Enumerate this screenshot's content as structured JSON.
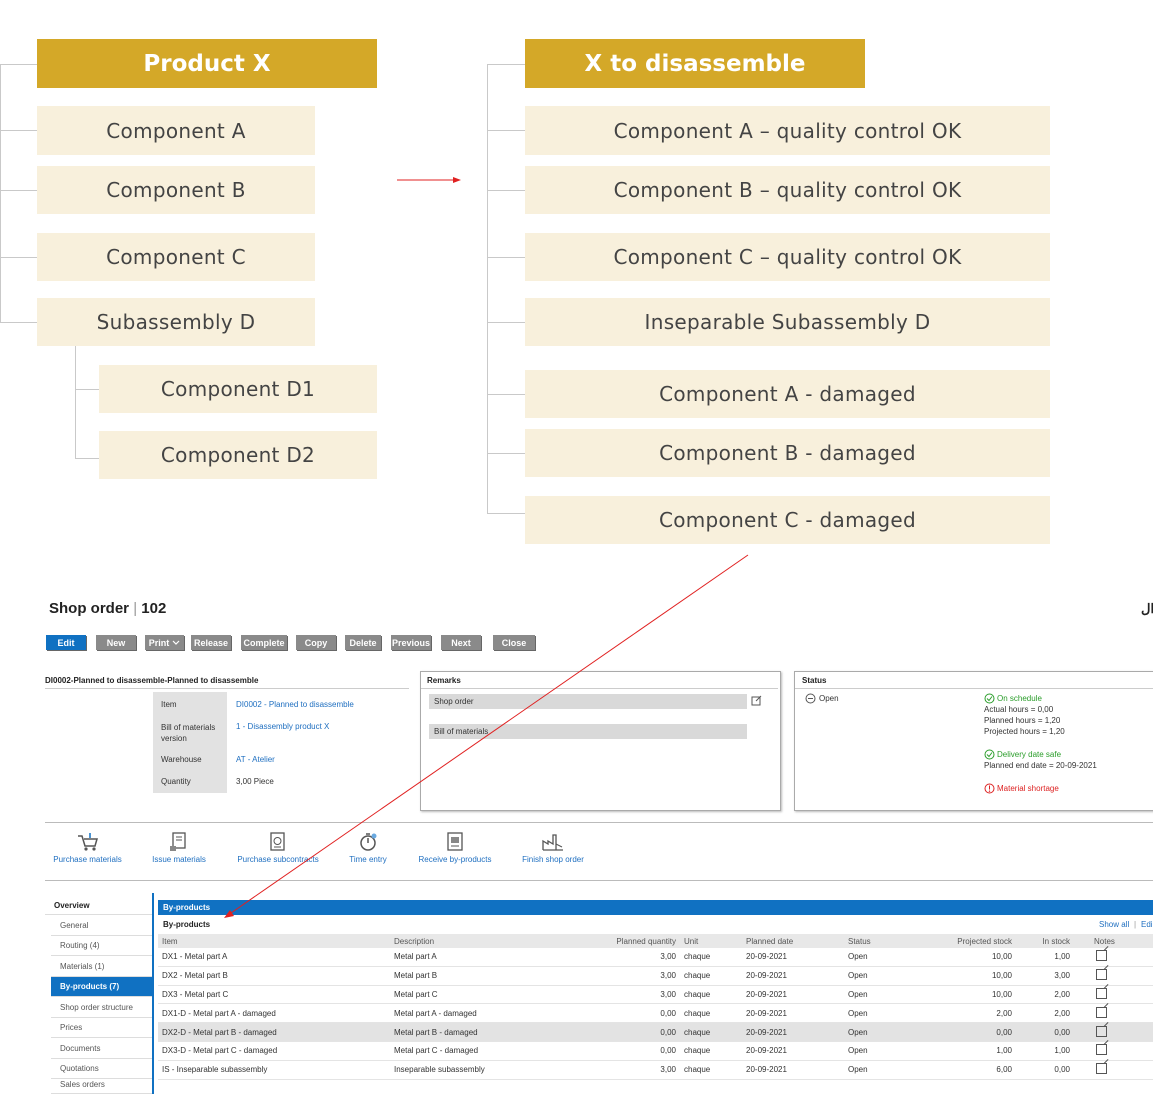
{
  "diagram": {
    "left_tree": {
      "header": "Product X",
      "items": [
        "Component A",
        "Component B",
        "Component C",
        "Subassembly D"
      ],
      "sub_items": [
        "Component D1",
        "Component D2"
      ]
    },
    "right_tree": {
      "header": "X to disassemble",
      "items": [
        "Component A – quality control OK",
        "Component B – quality control OK",
        "Component C – quality control OK",
        "Inseparable Subassembly D",
        "Component A - damaged",
        "Component B - damaged",
        "Component C - damaged"
      ]
    },
    "colors": {
      "header": "#d4a828",
      "box": "#f8f0dc",
      "arrow": "#e02020"
    }
  },
  "shop_order": {
    "title": "Shop order",
    "number": "102",
    "corner_glyph": "ال",
    "buttons": [
      "Edit",
      "New",
      "Print",
      "Release",
      "Complete",
      "Copy",
      "Delete",
      "Previous",
      "Next",
      "Close"
    ],
    "subtitle": "DI0002-Planned to disassemble-Planned to disassemble",
    "details": [
      {
        "label": "Item",
        "value": "DI0002 - Planned to disassemble",
        "link": true
      },
      {
        "label": "Bill of materials version",
        "value": "1 - Disassembly product X",
        "link": true
      },
      {
        "label": "Warehouse",
        "value": "AT - Atelier",
        "link": true
      },
      {
        "label": "Quantity",
        "value": "3,00 Piece",
        "link": false
      }
    ],
    "remarks": {
      "title": "Remarks",
      "rows": [
        "Shop order",
        "Bill of materials"
      ]
    },
    "status": {
      "title": "Status",
      "state": "Open",
      "on_schedule": "On schedule",
      "actual_hours": "Actual hours = 0,00",
      "planned_hours": "Planned hours = 1,20",
      "projected_hours": "Projected hours = 1,20",
      "delivery": "Delivery date safe",
      "planned_end": "Planned end date = 20-09-2021",
      "shortage": "Material shortage"
    },
    "toolbar": [
      {
        "label": "Purchase materials",
        "icon": "cart-icon"
      },
      {
        "label": "Issue materials",
        "icon": "issue-icon"
      },
      {
        "label": "Purchase subcontracts",
        "icon": "subcontract-icon"
      },
      {
        "label": "Time entry",
        "icon": "stopwatch-icon"
      },
      {
        "label": "Receive by-products",
        "icon": "receive-icon"
      },
      {
        "label": "Finish shop order",
        "icon": "factory-icon"
      }
    ],
    "nav": {
      "heading": "Overview",
      "items": [
        "General",
        "Routing (4)",
        "Materials (1)",
        "By-products (7)",
        "Shop order structure",
        "Prices",
        "Documents",
        "Quotations",
        "Sales orders"
      ],
      "active_index": 3
    },
    "section_bar": "By-products",
    "section_title": "By-products",
    "show_all": "Show all",
    "edit_link": "Edi",
    "columns": [
      "Item",
      "Description",
      "Planned quantity",
      "Unit",
      "Planned date",
      "Status",
      "Projected stock",
      "In stock",
      "Notes"
    ],
    "rows": [
      {
        "item": "DX1 - Metal part A",
        "desc": "Metal part A",
        "qty": "3,00",
        "unit": "chaque",
        "date": "20-09-2021",
        "status": "Open",
        "proj": "10,00",
        "stock": "1,00"
      },
      {
        "item": "DX2 - Metal part B",
        "desc": "Metal part B",
        "qty": "3,00",
        "unit": "chaque",
        "date": "20-09-2021",
        "status": "Open",
        "proj": "10,00",
        "stock": "3,00"
      },
      {
        "item": "DX3 - Metal part C",
        "desc": "Metal part C",
        "qty": "3,00",
        "unit": "chaque",
        "date": "20-09-2021",
        "status": "Open",
        "proj": "10,00",
        "stock": "2,00"
      },
      {
        "item": "DX1-D - Metal part A - damaged",
        "desc": "Metal part A - damaged",
        "qty": "0,00",
        "unit": "chaque",
        "date": "20-09-2021",
        "status": "Open",
        "proj": "2,00",
        "stock": "2,00"
      },
      {
        "item": "DX2-D - Metal part B - damaged",
        "desc": "Metal part B - damaged",
        "qty": "0,00",
        "unit": "chaque",
        "date": "20-09-2021",
        "status": "Open",
        "proj": "0,00",
        "stock": "0,00"
      },
      {
        "item": "DX3-D - Metal part C - damaged",
        "desc": "Metal part C - damaged",
        "qty": "0,00",
        "unit": "chaque",
        "date": "20-09-2021",
        "status": "Open",
        "proj": "1,00",
        "stock": "1,00"
      },
      {
        "item": "IS - Inseparable subassembly",
        "desc": "Inseparable subassembly",
        "qty": "3,00",
        "unit": "chaque",
        "date": "20-09-2021",
        "status": "Open",
        "proj": "6,00",
        "stock": "0,00"
      }
    ],
    "selected_row": 4
  }
}
